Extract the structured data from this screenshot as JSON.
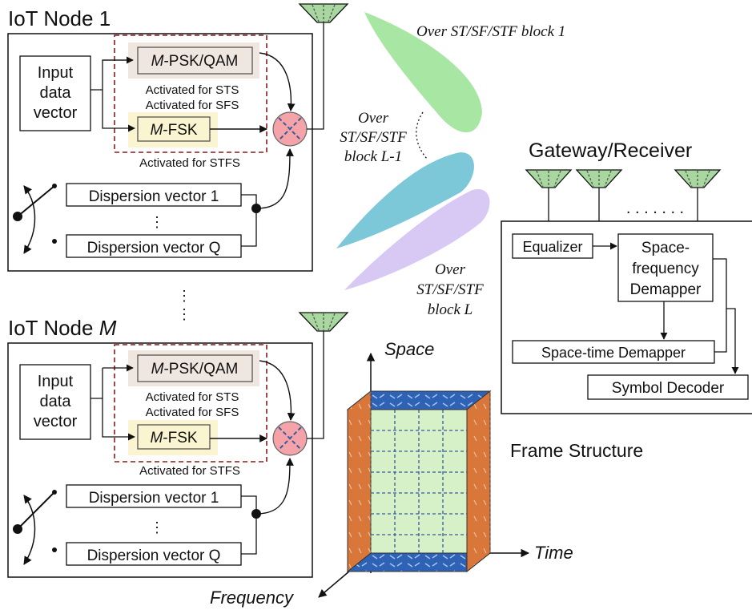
{
  "node1": {
    "title": "IoT Node 1",
    "input": [
      "Input",
      "data",
      "vector"
    ],
    "psk": {
      "prefix": "M",
      "suffix": "-PSK/QAM"
    },
    "fsk": {
      "prefix": "M",
      "suffix": "-FSK"
    },
    "act_sts": "Activated for STS",
    "act_sfs": "Activated for SFS",
    "act_stfs": "Activated for STFS",
    "disp1": "Dispersion vector 1",
    "dispq": "Dispersion vector Q",
    "dots": "⋮"
  },
  "nodeM": {
    "title_prefix": "IoT Node ",
    "title_var": "M",
    "input": [
      "Input",
      "data",
      "vector"
    ],
    "psk": {
      "prefix": "M",
      "suffix": "-PSK/QAM"
    },
    "fsk": {
      "prefix": "M",
      "suffix": "-FSK"
    },
    "act_sts": "Activated for STS",
    "act_sfs": "Activated for SFS",
    "act_stfs": "Activated for STFS",
    "disp1": "Dispersion vector 1",
    "dispq": "Dispersion vector Q",
    "dots": "⋮"
  },
  "beams": {
    "b1": "Over ST/SF/STF block 1",
    "bl1": [
      "Over",
      "ST/SF/STF",
      "block L-1"
    ],
    "bl": [
      "Over",
      "ST/SF/STF",
      "block L"
    ]
  },
  "gateway": {
    "title": "Gateway/Receiver",
    "antenna_dots": ". . . . . . .",
    "equalizer": "Equalizer",
    "sf_demapper": [
      "Space-",
      "frequency",
      "Demapper"
    ],
    "st_demapper": "Space-time Demapper",
    "decoder": "Symbol Decoder"
  },
  "frame": {
    "title": "Frame Structure",
    "axis_space": "Space",
    "axis_time": "Time",
    "axis_freq": "Frequency"
  },
  "colors": {
    "beam1": "#a8e6a3",
    "beamL1": "#7cc8d8",
    "beamL": "#d8c8f4",
    "mixer": "#f4a3a8",
    "cube_top": "#2e62b4",
    "cube_side": "#d9773a",
    "cube_front": "#d6f0c8",
    "psk_box": "#f0e6e0",
    "fsk_box": "#faf5d0",
    "dashed_red": "#8b1a1a",
    "antenna": "#a8d8a0"
  }
}
